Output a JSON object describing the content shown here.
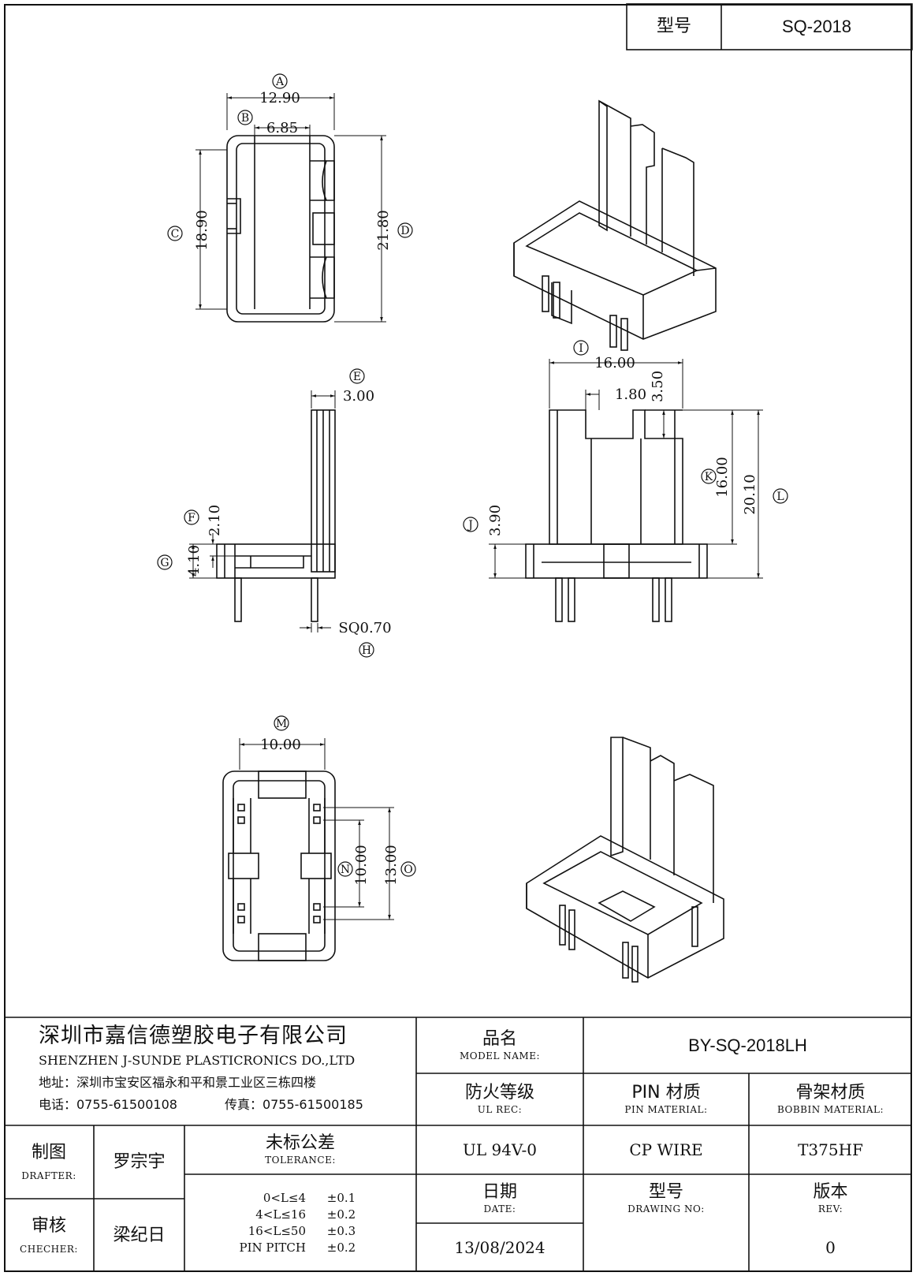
{
  "header": {
    "model_label": "型号",
    "model_value": "SQ-2018"
  },
  "dimensions": {
    "a": {
      "tag": "A",
      "value": "12.90"
    },
    "b": {
      "tag": "B",
      "value": "6.85"
    },
    "c": {
      "tag": "C",
      "value": "18.90"
    },
    "d": {
      "tag": "D",
      "value": "21.80"
    },
    "e": {
      "tag": "E",
      "value": "3.00"
    },
    "f": {
      "tag": "F",
      "value": "2.10"
    },
    "g": {
      "tag": "G",
      "value": "4.10"
    },
    "h": {
      "tag": "H",
      "value": "SQ0.70"
    },
    "i": {
      "tag": "I",
      "value": "16.00"
    },
    "i2": {
      "value": "1.80"
    },
    "i3": {
      "value": "3.50"
    },
    "j": {
      "tag": "J",
      "value": "3.90"
    },
    "k": {
      "tag": "K",
      "value": "16.00"
    },
    "l": {
      "tag": "L",
      "value": "20.10"
    },
    "m": {
      "tag": "M",
      "value": "10.00"
    },
    "n": {
      "tag": "N",
      "value": "10.00"
    },
    "o": {
      "tag": "O",
      "value": "13.00"
    }
  },
  "title_block": {
    "company_cn": "深圳市嘉信德塑胶电子有限公司",
    "company_en": "SHENZHEN J-SUNDE PLASTICRONICS DO.,LTD",
    "address": "地址：深圳市宝安区福永和平和景工业区三栋四楼",
    "phone": "电话：0755-61500108",
    "fax": "传真：0755-61500185",
    "model_name_cn": "品名",
    "model_name_en": "MODEL NAME:",
    "model_name_value": "BY-SQ-2018LH",
    "ul_cn": "防火等级",
    "ul_en": "UL REC:",
    "pin_cn": "PIN 材质",
    "pin_en": "PIN MATERIAL:",
    "bobbin_cn": "骨架材质",
    "bobbin_en": "BOBBIN MATERIAL:",
    "drafter_cn": "制图",
    "drafter_en": "DRAFTER:",
    "drafter_name": "罗宗宇",
    "tolerance_cn": "未标公差",
    "tolerance_en": "TOLERANCE:",
    "ul_value": "UL 94V-0",
    "pin_value": "CP WIRE",
    "bobbin_value": "T375HF",
    "checker_cn": "审核",
    "checker_en": "CHECHER:",
    "checker_name": "梁纪日",
    "tolerance_rows": [
      {
        "range": "0<L≤4",
        "tol": "±0.1"
      },
      {
        "range": "4<L≤16",
        "tol": "±0.2"
      },
      {
        "range": "16<L≤50",
        "tol": "±0.3"
      },
      {
        "range": "PIN PITCH",
        "tol": "±0.2"
      }
    ],
    "date_cn": "日期",
    "date_en": "DATE:",
    "date_value": "13/08/2024",
    "drawing_no_cn": "型号",
    "drawing_no_en": "DRAWING NO:",
    "rev_cn": "版本",
    "rev_en": "REV:",
    "rev_value": "0"
  }
}
